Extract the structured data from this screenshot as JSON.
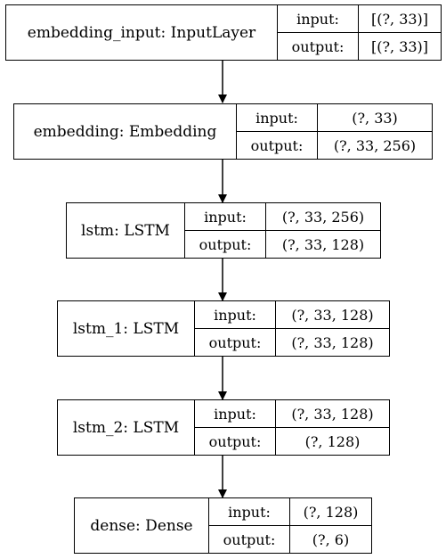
{
  "nodes": [
    {
      "id": "embedding_input",
      "label": "embedding_input: InputLayer",
      "input_label": "input:",
      "input": "[(?, 33)]",
      "output_label": "output:",
      "output": "[(?, 33)]"
    },
    {
      "id": "embedding",
      "label": "embedding: Embedding",
      "input_label": "input:",
      "input": "(?, 33)",
      "output_label": "output:",
      "output": "(?, 33, 256)"
    },
    {
      "id": "lstm",
      "label": "lstm: LSTM",
      "input_label": "input:",
      "input": "(?, 33, 256)",
      "output_label": "output:",
      "output": "(?, 33, 128)"
    },
    {
      "id": "lstm_1",
      "label": "lstm_1: LSTM",
      "input_label": "input:",
      "input": "(?, 33, 128)",
      "output_label": "output:",
      "output": "(?, 33, 128)"
    },
    {
      "id": "lstm_2",
      "label": "lstm_2: LSTM",
      "input_label": "input:",
      "input": "(?, 33, 128)",
      "output_label": "output:",
      "output": "(?, 128)"
    },
    {
      "id": "dense",
      "label": "dense: Dense",
      "input_label": "input:",
      "input": "(?, 128)",
      "output_label": "output:",
      "output": "(?, 6)"
    }
  ]
}
